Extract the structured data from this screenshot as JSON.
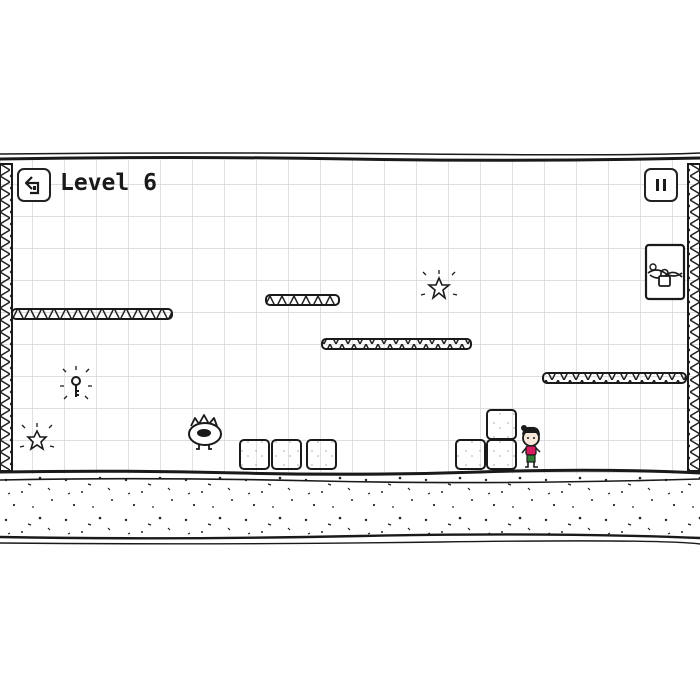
{
  "hud": {
    "level_label": "Level 6",
    "back_icon": "back-icon",
    "pause_icon": "pause-icon"
  },
  "level": {
    "platforms": 4,
    "crates": 6,
    "stars": 2,
    "keys": 1,
    "enemies": 1,
    "exit": "locked-door"
  },
  "colors": {
    "ink": "#1a1a1a",
    "paper": "#ffffff",
    "grid": "#d4d4d4",
    "player_shirt": "#d81b60",
    "player_pants": "#2e7d32"
  }
}
